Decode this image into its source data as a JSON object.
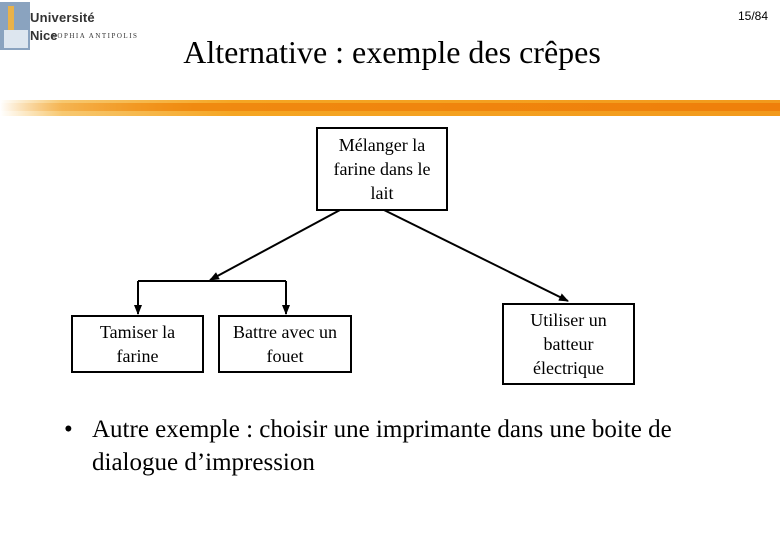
{
  "logo": {
    "line1": "Université",
    "line2": "Nice",
    "sub": "SOPHIA ANTIPOLIS"
  },
  "page_number": "15/84",
  "title": "Alternative : exemple des crêpes",
  "diagram": {
    "root": "Mélanger la\nfarine dans le\nlait",
    "child_left_1": "Tamiser la\nfarine",
    "child_left_2": "Battre avec un\nfouet",
    "child_right": "Utiliser un\nbatteur\nélectrique"
  },
  "bullet": {
    "symbol": "•",
    "text": "Autre exemple : choisir une imprimante dans une boite de dialogue d’impression"
  },
  "colors": {
    "rule": "#f29a1c"
  }
}
